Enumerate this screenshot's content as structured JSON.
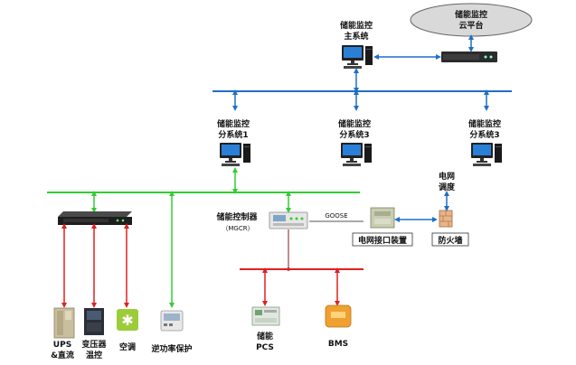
{
  "cloud": {
    "line1": "储能监控",
    "line2": "云平台"
  },
  "main_system": {
    "line1": "储能监控",
    "line2": "主系统"
  },
  "subsystems": [
    {
      "line1": "储能监控",
      "line2": "分系统1"
    },
    {
      "line1": "储能监控",
      "line2": "分系统3"
    },
    {
      "line1": "储能监控",
      "line2": "分系统3"
    }
  ],
  "controller": {
    "line1": "储能控制器",
    "line2": "（MGCR）"
  },
  "goose": "GOOSE",
  "grid_interface": "电网接口装置",
  "firewall": "防火墙",
  "grid_dispatch": {
    "line1": "电网",
    "line2": "调度"
  },
  "devices": [
    {
      "line1": "UPS",
      "line2": "&直流"
    },
    {
      "line1": "变压器",
      "line2": "温控"
    },
    {
      "line1": "空调",
      "line2": ""
    },
    {
      "line1": "逆功率保护",
      "line2": ""
    }
  ],
  "pcs": {
    "line1": "储能",
    "line2": "PCS"
  },
  "bms": "BMS",
  "colors": {
    "blue": "#1f6fc5",
    "green": "#33cc33",
    "red": "#e02020",
    "dark_red": "#8b1a1a"
  }
}
